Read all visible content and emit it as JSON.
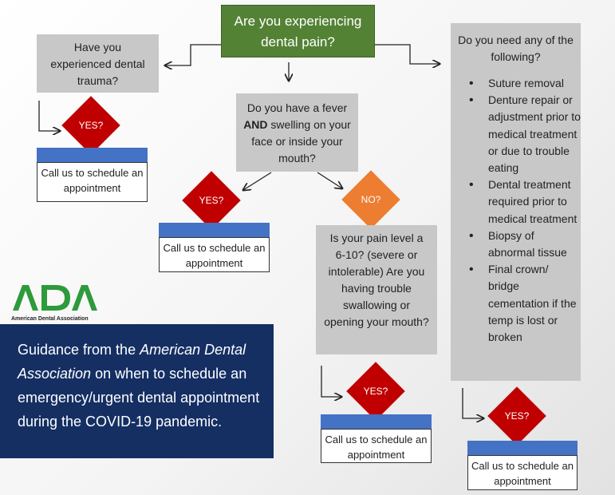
{
  "start": {
    "question": "Are you experiencing dental pain?"
  },
  "trauma": {
    "question": "Have you experienced dental trauma?",
    "yes": "YES?",
    "action": "Call us to schedule an appointment"
  },
  "fever": {
    "question_pre": "Do you have a fever",
    "question_bold": "AND",
    "question_post": "swelling on your face or inside your mouth?",
    "yes": "YES?",
    "no": "NO?",
    "action": "Call us to schedule an appointment"
  },
  "pain": {
    "question": "Is your pain level a 6-10? (severe or intolerable) Are you having trouble swallowing or opening your mouth?",
    "yes": "YES?",
    "action": "Call us to schedule an appointment"
  },
  "needs": {
    "question": "Do you need any of the following?",
    "items": [
      "Suture removal",
      "Denture repair or adjustment prior to medical treatment or due to trouble eating",
      "Dental treatment required prior to medical treatment",
      "Biopsy of abnormal tissue",
      "Final crown/ bridge cementation if the temp is lost or broken"
    ],
    "yes": "YES?",
    "action": "Call us to schedule an appointment"
  },
  "logo": {
    "letters": "ADA",
    "name": "American Dental Association"
  },
  "guidance": {
    "part1": "Guidance from the ",
    "org": "American Dental Association",
    "part2": " on when to schedule an emergency/urgent dental appointment during the COVID-19 pandemic."
  },
  "colors": {
    "green": "#548235",
    "gray": "#c8c8c8",
    "red": "#c00000",
    "orange": "#ed7d31",
    "blue": "#4472c4",
    "navy": "#152f63"
  }
}
